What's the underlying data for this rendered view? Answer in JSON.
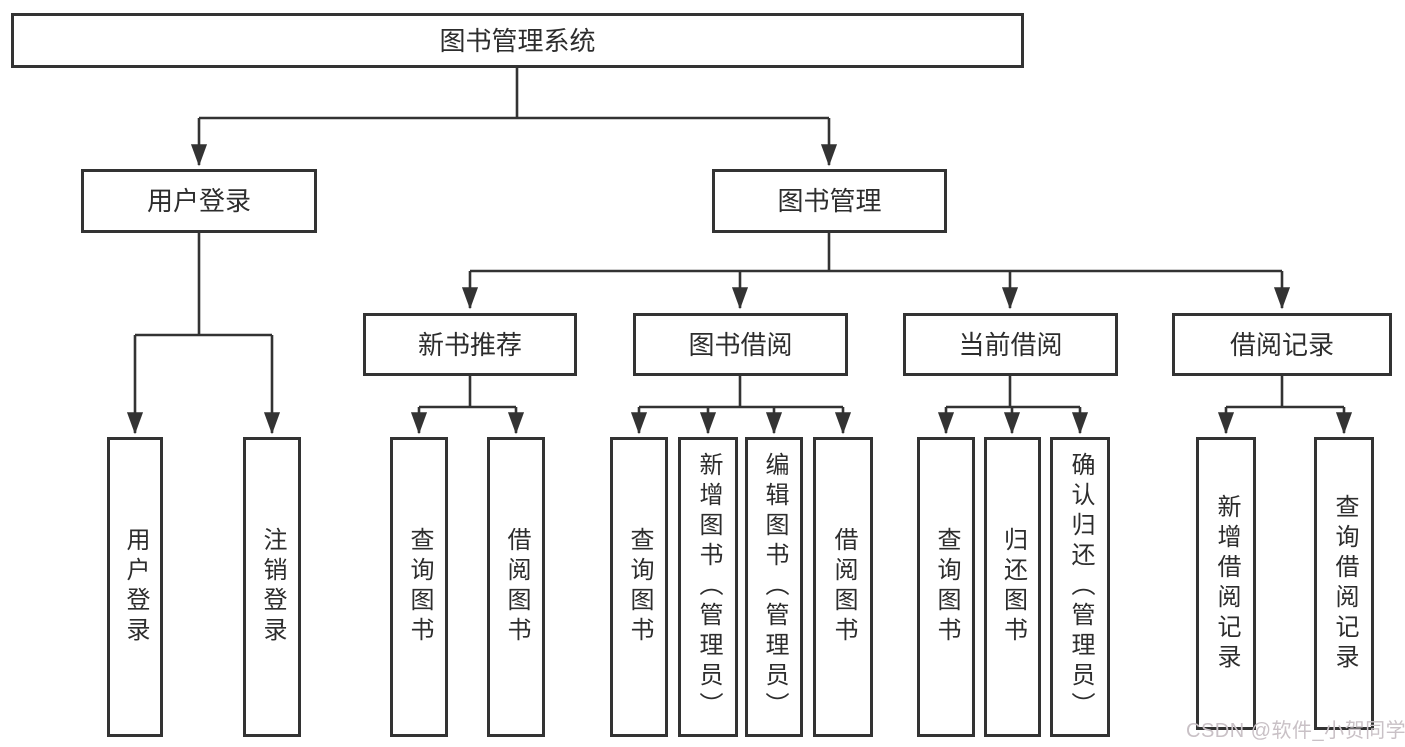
{
  "nodes": {
    "root": "图书管理系统",
    "level2": [
      {
        "label": "用户登录"
      },
      {
        "label": "图书管理"
      }
    ],
    "level3": [
      {
        "label": "新书推荐"
      },
      {
        "label": "图书借阅"
      },
      {
        "label": "当前借阅"
      },
      {
        "label": "借阅记录"
      }
    ],
    "leaves": {
      "user": [
        "用户登录",
        "注销登录"
      ],
      "recommend": [
        "查询图书",
        "借阅图书"
      ],
      "borrow": [
        "查询图书",
        "新增图书（管理员）",
        "编辑图书（管理员）",
        "借阅图书"
      ],
      "current": [
        "查询图书",
        "归还图书",
        "确认归还（管理员）"
      ],
      "records": [
        "新增借阅记录",
        "查询借阅记录"
      ]
    }
  },
  "watermark": "CSDN @软件_小贺同学",
  "colors": {
    "line": "#333333",
    "text": "#2d2d2d",
    "watermark": "#c9c1c6",
    "background": "#ffffff"
  }
}
